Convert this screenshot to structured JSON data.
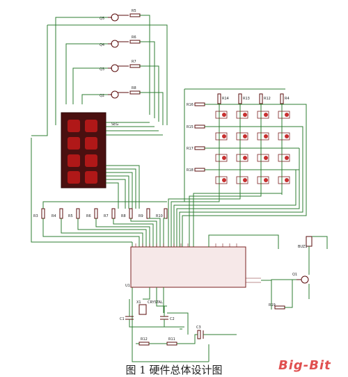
{
  "figure": {
    "caption": "图 1  硬件总体设计图",
    "watermark": "Big-Bit"
  },
  "components": {
    "transistors_top": [
      "Q5",
      "Q4",
      "Q3",
      "Q2"
    ],
    "transistors_top_resistors": [
      "R5",
      "R6",
      "R7",
      "R8"
    ],
    "display_label": "SEG",
    "matrix_row_resistors": [
      "R16",
      "R15",
      "R17",
      "R18"
    ],
    "matrix_col_resistors": [
      "R14",
      "R13",
      "R12",
      "R4"
    ],
    "segment_resistors": [
      "R3",
      "R4",
      "R5",
      "R6",
      "R7",
      "R8",
      "R9",
      "R10"
    ],
    "mcu_label": "U1",
    "crystal_label": "X1",
    "crystal_text": "CRYSTAL",
    "capacitors": [
      "C1",
      "C2",
      "C3"
    ],
    "reset_resistors": [
      "R11",
      "R12"
    ],
    "buzzer_transistor": "Q1",
    "buzzer_label": "BUZ1",
    "buzzer_resistor": "R19"
  }
}
